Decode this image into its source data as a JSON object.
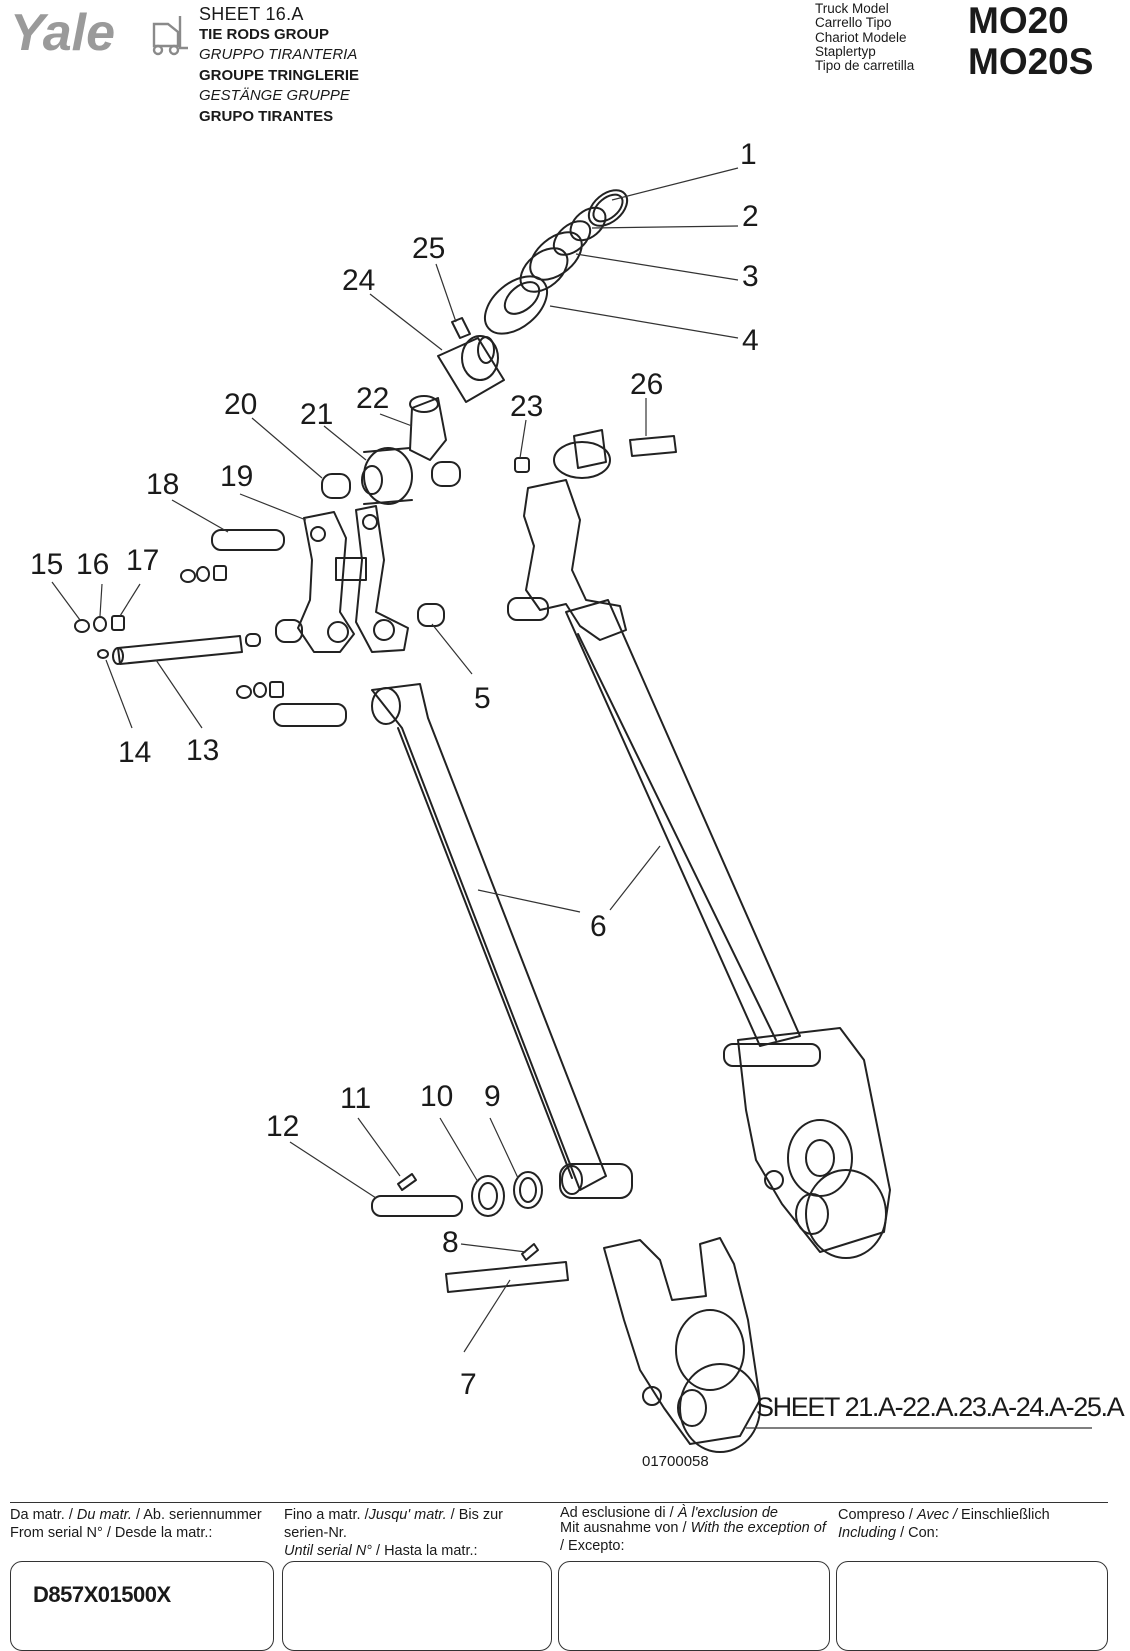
{
  "header": {
    "brand": "Yale",
    "sheet": "SHEET 16.A",
    "titles": {
      "en": "TIE RODS GROUP",
      "it": "GRUPPO TIRANTERIA",
      "fr": "GROUPE TRINGLERIE",
      "de": "GESTÄNGE GRUPPE",
      "es": "GRUPO TIRANTES"
    },
    "truck_model_labels": [
      "Truck Model",
      "Carrello Tipo",
      "Chariot Modele",
      "Staplertyp",
      "Tipo de carretilla"
    ],
    "models": [
      "MO20",
      "MO20S"
    ]
  },
  "drawing": {
    "callouts": [
      "1",
      "2",
      "3",
      "4",
      "5",
      "6",
      "7",
      "8",
      "9",
      "10",
      "11",
      "12",
      "13",
      "14",
      "15",
      "16",
      "17",
      "18",
      "19",
      "20",
      "21",
      "22",
      "23",
      "24",
      "25",
      "26"
    ],
    "reference": "SHEET 21.A-22.A.23.A-24.A-25.A",
    "drawing_number": "01700058"
  },
  "footer": {
    "col1": {
      "line1a": "Da matr. / ",
      "line1b": "Du matr.",
      "line1c": " / Ab. seriennummer",
      "line2": "From serial N° / Desde la matr.:"
    },
    "col2": {
      "line1a": "Fino a matr. /",
      "line1b": "Jusqu' matr.",
      "line1c": " / Bis zur",
      "line2": "serien-Nr.",
      "line3a": "Until serial N°",
      "line3b": "  / Hasta la matr.:"
    },
    "col3": {
      "line1a": "Ad esclusione di / ",
      "line1b": "À l'exclusion de",
      "line2a": "Mit ausnahme von / ",
      "line2b": "With the exception of",
      "line3": "/ Excepto:"
    },
    "col4": {
      "line1a": "Compreso / ",
      "line1b": "Avec /",
      "line1c": "  Einschließlich",
      "line2a": "Including",
      "line2b": " / Con:"
    },
    "values": {
      "from_serial": "D857X01500X",
      "until_serial": "",
      "exclusion": "",
      "including": ""
    }
  }
}
